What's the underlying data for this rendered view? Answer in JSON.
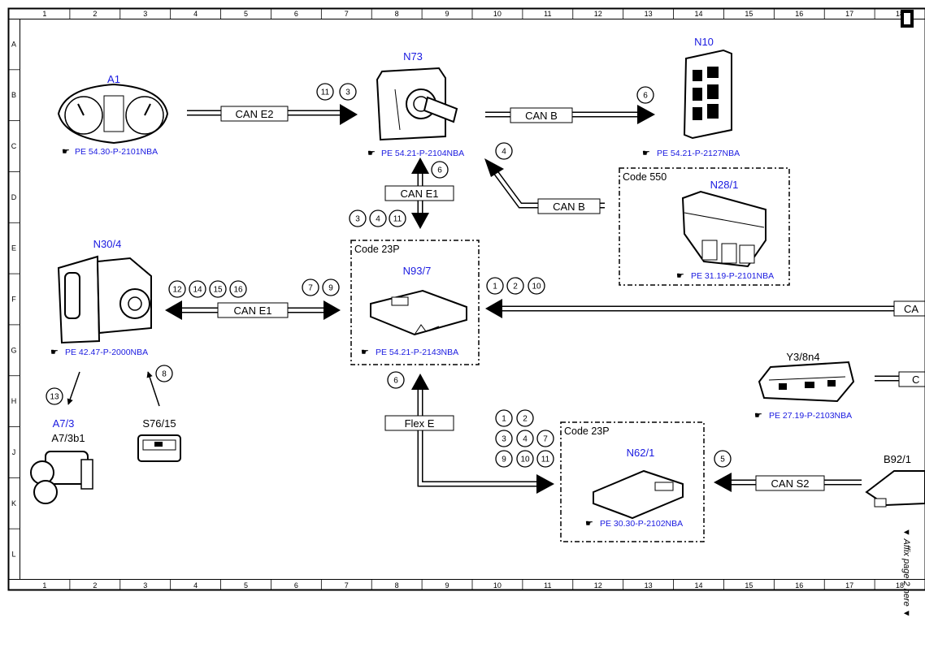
{
  "grid": {
    "columns": [
      "1",
      "2",
      "3",
      "4",
      "5",
      "6",
      "7",
      "8",
      "9",
      "10",
      "11",
      "12",
      "13",
      "14",
      "15",
      "16",
      "17",
      "18"
    ],
    "rows": [
      "A",
      "B",
      "C",
      "D",
      "E",
      "F",
      "G",
      "H",
      "J",
      "K",
      "L"
    ]
  },
  "components": {
    "a1": {
      "label": "A1",
      "ref": "PE 54.30-P-2101NBA"
    },
    "n73": {
      "label": "N73",
      "ref": "PE 54.21-P-2104NBA"
    },
    "n10": {
      "label": "N10",
      "ref": "PE 54.21-P-2127NBA"
    },
    "n28_1": {
      "label": "N28/1",
      "ref": "PE 31.19-P-2101NBA",
      "code": "Code 550"
    },
    "n30_4": {
      "label": "N30/4",
      "ref": "PE 42.47-P-2000NBA"
    },
    "n93_7": {
      "label": "N93/7",
      "ref": "PE 54.21-P-2143NBA",
      "code": "Code 23P"
    },
    "y3_8n4": {
      "label": "Y3/8n4",
      "ref": "PE 27.19-P-2103NBA"
    },
    "a7_3": {
      "label": "A7/3",
      "sublabel": "A7/3b1"
    },
    "s76_15": {
      "label": "S76/15"
    },
    "n62_1": {
      "label": "N62/1",
      "ref": "PE 30.30-P-2102NBA",
      "code": "Code 23P"
    },
    "b92_1": {
      "label": "B92/1"
    }
  },
  "buses": {
    "can_e2": "CAN E2",
    "can_b_top": "CAN B",
    "can_e1_vert": "CAN E1",
    "can_b_diag": "CAN B",
    "can_e1_left": "CAN E1",
    "can_right": "CA",
    "flex_e": "Flex E",
    "can_s2": "CAN S2",
    "right_stub": "C"
  },
  "markers": {
    "can_e2": [
      "11",
      "3"
    ],
    "can_b_top": [
      "6"
    ],
    "can_b_diag": [
      "4"
    ],
    "can_e1_up": [
      "6"
    ],
    "can_e1_down": [
      "3",
      "4",
      "11"
    ],
    "n30_left": [
      "12",
      "14",
      "15",
      "16"
    ],
    "n30_right": [
      "7",
      "9"
    ],
    "n93_right": [
      "1",
      "2",
      "10"
    ],
    "arrow_13": [
      "13"
    ],
    "arrow_8": [
      "8"
    ],
    "flex_e": [
      "6"
    ],
    "n62_group": [
      "1",
      "2",
      "3",
      "4",
      "7",
      "9",
      "10",
      "11"
    ],
    "can_s2": [
      "5"
    ]
  },
  "side_note": "▼ Affix page 2 here ▼"
}
